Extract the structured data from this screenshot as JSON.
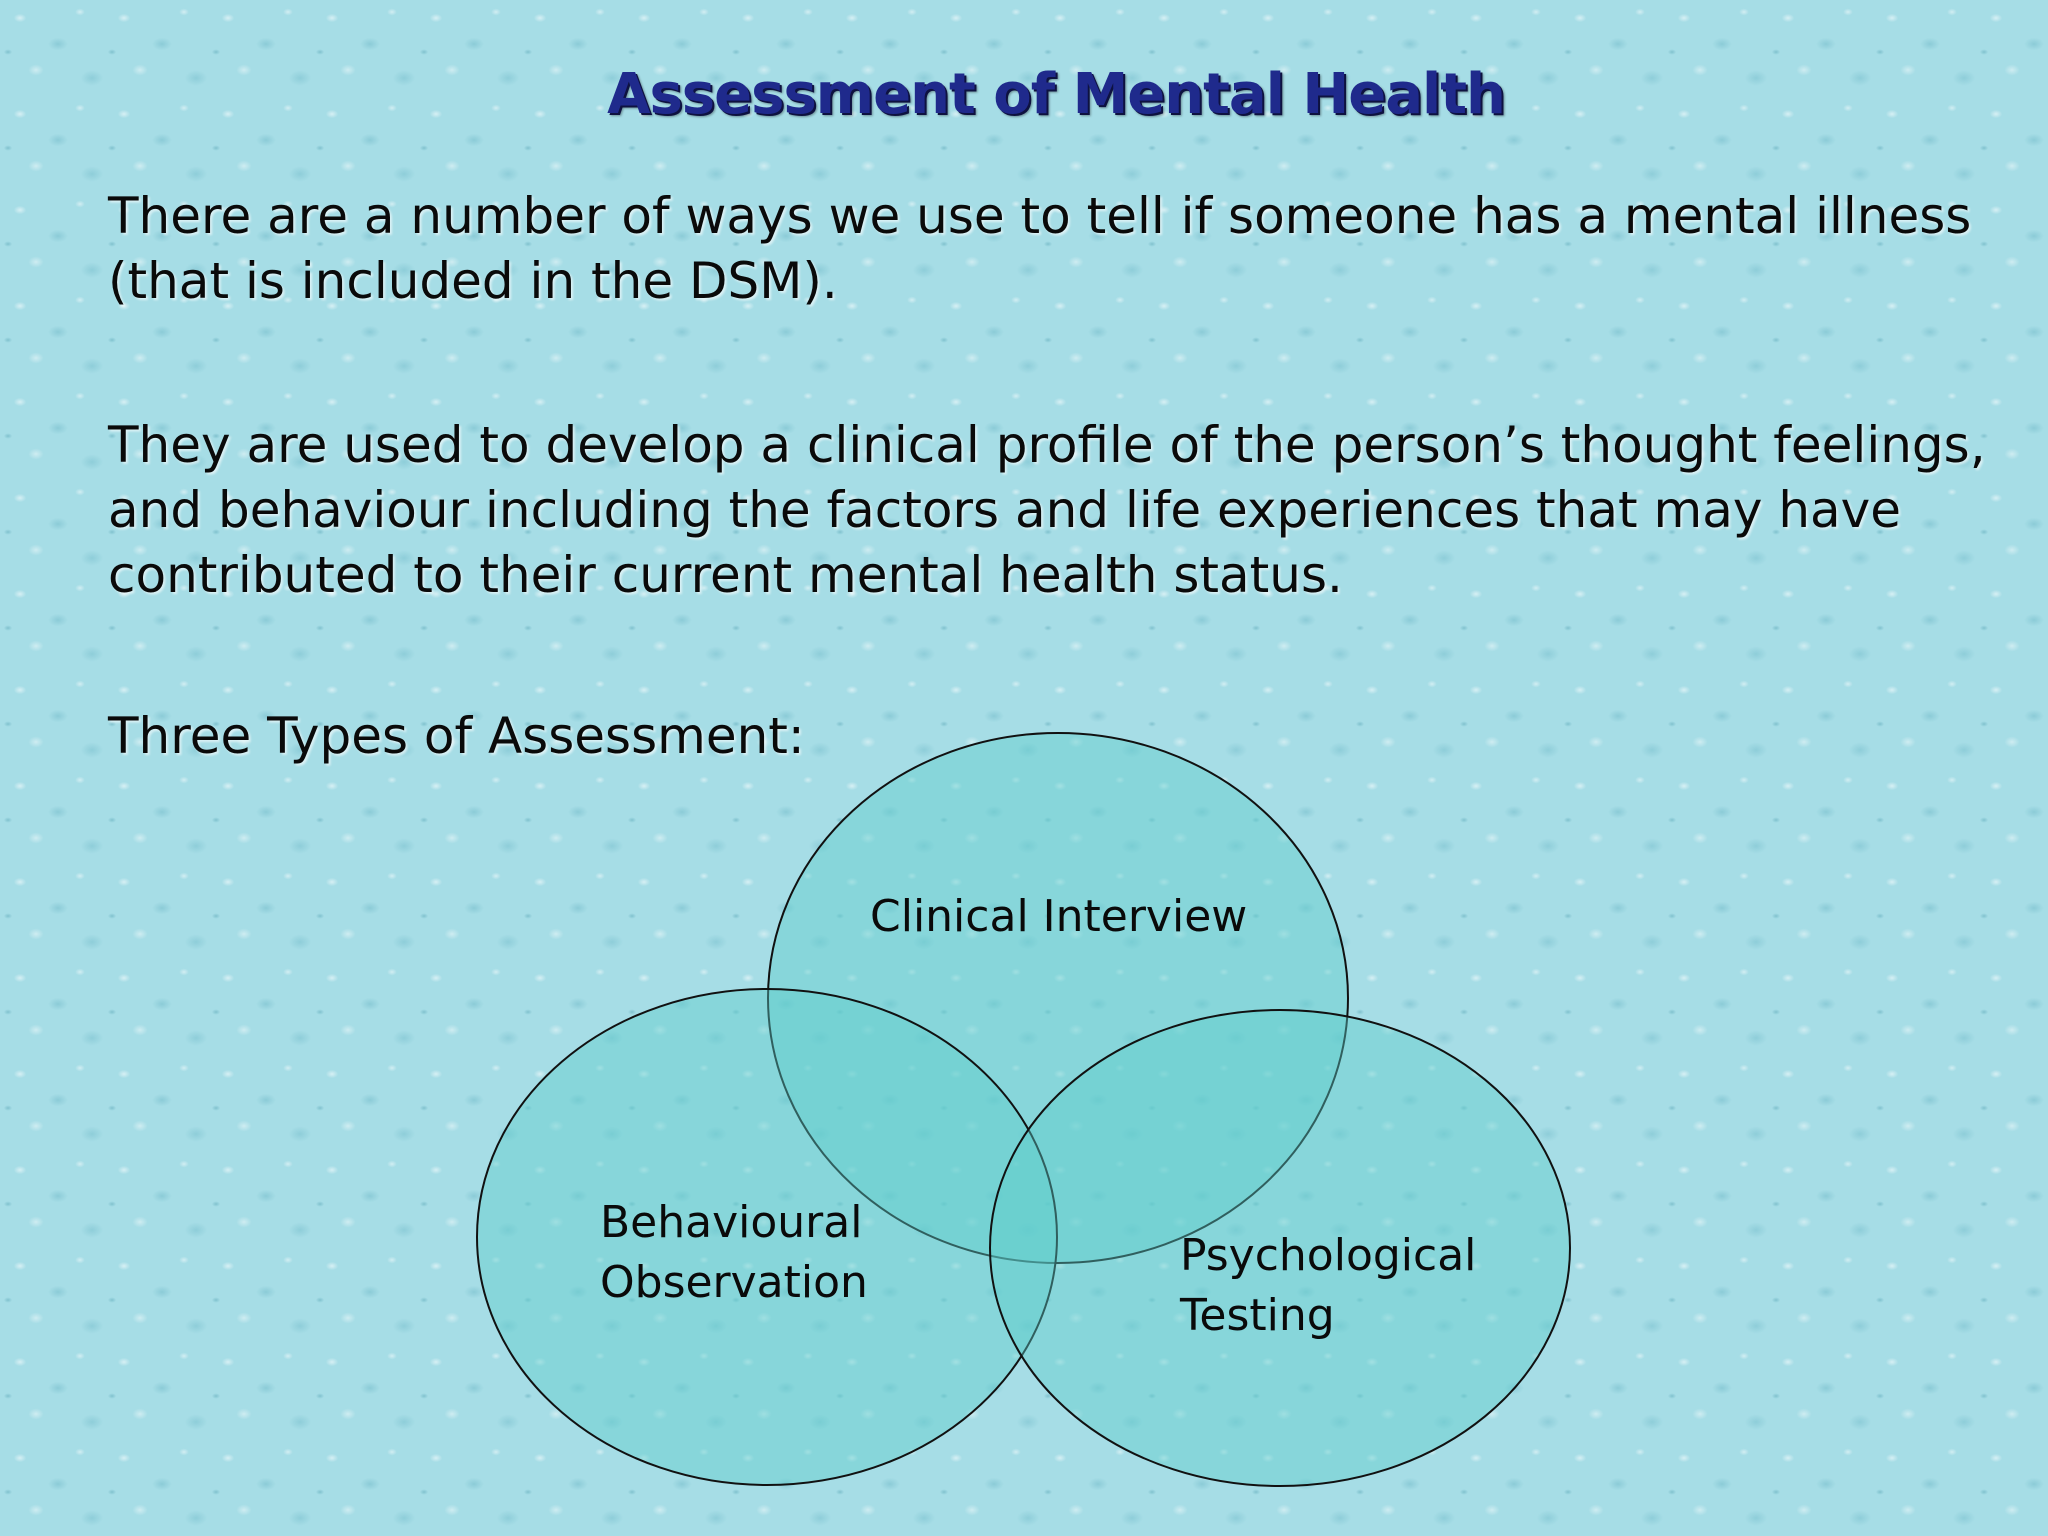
{
  "slide": {
    "title": "Assessment of Mental Health",
    "paragraph_1": "There are a number of ways we use to tell if someone has a mental illness (that is included in the DSM).",
    "paragraph_2": "They are used to develop a clinical profile of the person’s thought feelings, and behaviour including the factors and life experiences that may have contributed to their current mental health status.",
    "paragraph_3": "Three Types of Assessment:"
  },
  "venn": {
    "circle_fill": "#5ccdcb",
    "circle_stroke": "#111111",
    "sets": [
      {
        "id": "clinical-interview",
        "lines": [
          "Clinical Interview"
        ]
      },
      {
        "id": "behavioural-observation",
        "lines": [
          "Behavioural",
          "Observation"
        ]
      },
      {
        "id": "psychological-testing",
        "lines": [
          "Psychological",
          "Testing"
        ]
      }
    ]
  }
}
